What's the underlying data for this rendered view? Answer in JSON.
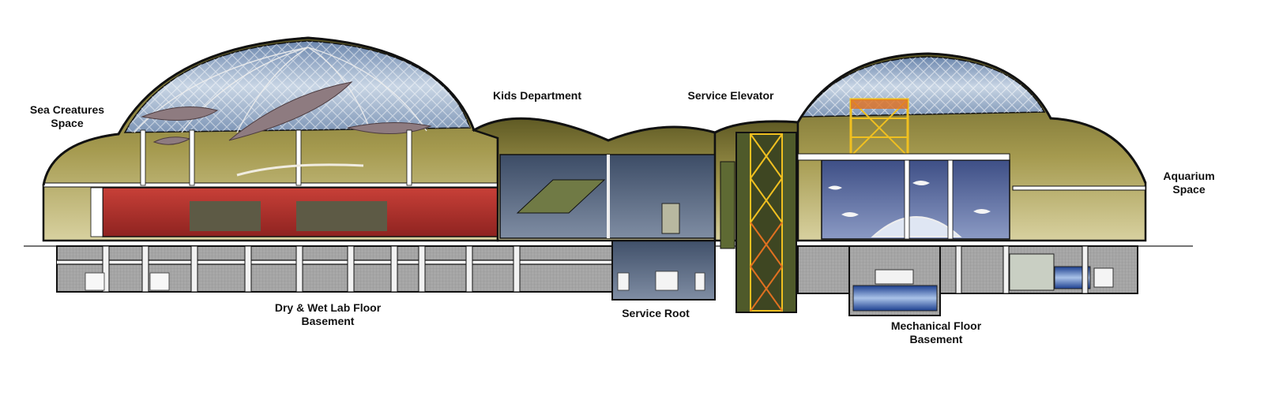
{
  "labels": {
    "sea_creatures": {
      "line1": "Sea Creatures",
      "line2": "Space"
    },
    "kids_department": "Kids Department",
    "service_elevator": "Service Elevator",
    "aquarium": {
      "line1": "Aquarium",
      "line2": "Space"
    },
    "dry_wet_lab": {
      "line1": "Dry & Wet Lab Floor",
      "line2": "Basement"
    },
    "service_root": "Service Root",
    "mechanical": {
      "line1": "Mechanical Floor",
      "line2": "Basement"
    }
  },
  "colors": {
    "dome_glass": "#9fb6cf",
    "vault_olive": "#8a7f3a",
    "exhibit_red": "#b8302e",
    "aquarium_blue": "#4a5f93",
    "basement_gray": "#9a9a9a",
    "elevator_green": "#4f5a2a",
    "elevator_truss": "#f0c020",
    "elevator_truss_lower": "#e07020"
  }
}
